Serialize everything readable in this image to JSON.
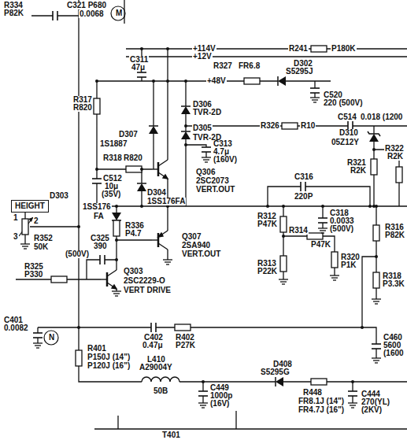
{
  "diagram": {
    "nodes": [
      {
        "text": [
          "HEIGHT"
        ]
      }
    ],
    "edges": [],
    "labels": [
      "R334",
      "P82K",
      "C321 P680",
      "0.0068",
      "M",
      "+114V",
      "+12V",
      "R241",
      "P180K",
      "D302",
      "S5295J",
      "+48V",
      "R327",
      "FR6.8",
      "C311",
      "47μ",
      "C520",
      "220 (500V)",
      "R317",
      "R820",
      "D306",
      "TVR-2D",
      "C514",
      "0.018 (1200",
      "R326",
      "R10",
      "D307",
      "1S1887",
      "R318",
      "R820",
      "D305",
      "TVR-2D",
      "D310",
      "05Z12Y",
      "R322",
      "R2K",
      "R321",
      "R2K",
      "C313",
      "4.7μ",
      "(160V)",
      "C512",
      "10μ",
      "(35V)",
      "D304",
      "1SS176FA",
      "Q306",
      "2SC2073",
      "VERT.OUT",
      "C316",
      "220P",
      "R312",
      "P47K",
      "C318",
      "0.0033",
      "(500V)",
      "R314",
      "P47K",
      "D303",
      "1SS176",
      "FA",
      "R336",
      "P4.7",
      "C325",
      "390",
      "(500V)",
      "R316",
      "P82K",
      "Q307",
      "2SA940",
      "VERT.OUT",
      "R313",
      "P22K",
      "R320",
      "P1K",
      "1",
      "2",
      "3",
      "R352",
      "50K",
      "R325",
      "P330",
      "R318",
      "P3.3K",
      "Q303",
      "2SC2229-O",
      "VERT DRIVE",
      "C401",
      "0.0082",
      "N",
      "C402",
      "0.47μ",
      "R402",
      "P27K",
      "R401",
      "P150J (14\")",
      "P120J (16\")",
      "L410",
      "A29004Y",
      "50B",
      "D408",
      "S5295G",
      "C449",
      "1000p",
      "(16V)",
      "C444",
      "270(YL)",
      "(2KV)",
      "C460",
      "5600",
      "(1600",
      "R448",
      "FR8.1J (14\")",
      "FR4.7J (16\")",
      "T401"
    ]
  }
}
